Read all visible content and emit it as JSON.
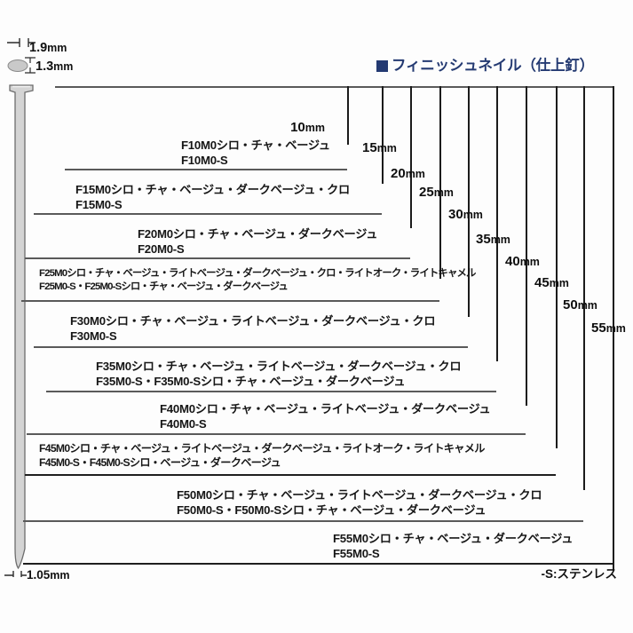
{
  "header": {
    "marker": "■",
    "title": "フィニッシュネイル（仕上釘）",
    "accent_color": "#243a72"
  },
  "nail_dimensions": {
    "head_width": "1.9mm",
    "head_height": "1.3mm",
    "shaft_width": "1.05mm"
  },
  "length_labels": [
    "10mm",
    "15mm",
    "20mm",
    "25mm",
    "30mm",
    "35mm",
    "40mm",
    "45mm",
    "50mm",
    "55mm"
  ],
  "length_values": [
    10,
    15,
    20,
    25,
    30,
    35,
    40,
    45,
    50,
    55
  ],
  "length_unit": "mm",
  "rows": [
    {
      "size": "10mm",
      "line1": "F10M0シロ・チャ・ベージュ",
      "line2": "F10M0-S"
    },
    {
      "size": "15mm",
      "line1": "F15M0シロ・チャ・ベージュ・ダークベージュ・クロ",
      "line2": "F15M0-S"
    },
    {
      "size": "20mm",
      "line1": "F20M0シロ・チャ・ベージュ・ダークベージュ",
      "line2": "F20M0-S"
    },
    {
      "size": "25mm",
      "line1": "F25M0シロ・チャ・ベージュ・ライトベージュ・ダークベージュ・クロ・ライトオーク・ライトキャメル",
      "line2": "F25M0-S・F25M0-Sシロ・チャ・ベージュ・ダークベージュ"
    },
    {
      "size": "30mm",
      "line1": "F30M0シロ・チャ・ベージュ・ライトベージュ・ダークベージュ・クロ",
      "line2": "F30M0-S"
    },
    {
      "size": "35mm",
      "line1": "F35M0シロ・チャ・ベージュ・ライトベージュ・ダークベージュ・クロ",
      "line2": "F35M0-S・F35M0-Sシロ・チャ・ベージュ・ダークベージュ"
    },
    {
      "size": "40mm",
      "line1": "F40M0シロ・チャ・ベージュ・ライトベージュ・ダークベージュ",
      "line2": "F40M0-S"
    },
    {
      "size": "45mm",
      "line1": "F45M0シロ・チャ・ベージュ・ライトベージュ・ダークベージュ・ライトオーク・ライトキャメル",
      "line2": "F45M0-S・F45M0-Sシロ・ベージュ・ダークベージュ"
    },
    {
      "size": "50mm",
      "line1": "F50M0シロ・チャ・ベージュ・ライトベージュ・ダークベージュ・クロ",
      "line2": "F50M0-S・F50M0-Sシロ・チャ・ベージュ・ダークベージュ"
    },
    {
      "size": "55mm",
      "line1": "F55M0シロ・チャ・ベージュ・ダークベージュ",
      "line2": "F55M0-S"
    }
  ],
  "footnote": "-S:ステンレス"
}
